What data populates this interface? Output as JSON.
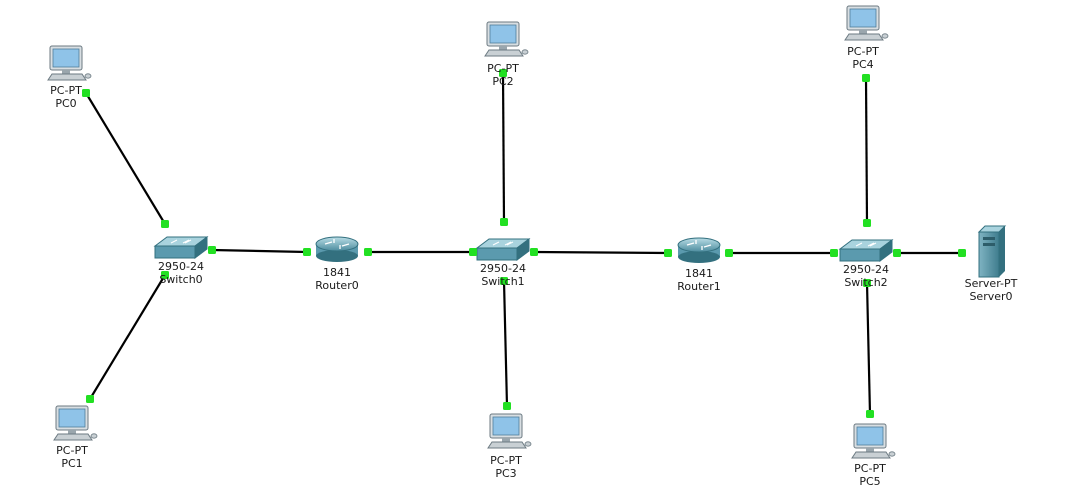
{
  "diagram": {
    "colors": {
      "background": "#ffffff",
      "link": "#000000",
      "port": "#22e022",
      "device_body": "#5b9aae",
      "device_dark": "#33707f",
      "device_light": "#a9d3de",
      "screen": "#8fc3e8"
    },
    "devices": [
      {
        "id": "PC0",
        "kind": "pc-icon",
        "model": "PC-PT",
        "name": "PC0"
      },
      {
        "id": "PC1",
        "kind": "pc-icon",
        "model": "PC-PT",
        "name": "PC1"
      },
      {
        "id": "PC2",
        "kind": "pc-icon",
        "model": "PC-PT",
        "name": "PC2"
      },
      {
        "id": "PC3",
        "kind": "pc-icon",
        "model": "PC-PT",
        "name": "PC3"
      },
      {
        "id": "PC4",
        "kind": "pc-icon",
        "model": "PC-PT",
        "name": "PC4"
      },
      {
        "id": "PC5",
        "kind": "pc-icon",
        "model": "PC-PT",
        "name": "PC5"
      },
      {
        "id": "Switch0",
        "kind": "switch-icon",
        "model": "2950-24",
        "name": "Switch0"
      },
      {
        "id": "Switch1",
        "kind": "switch-icon",
        "model": "2950-24",
        "name": "Switch1"
      },
      {
        "id": "Switch2",
        "kind": "switch-icon",
        "model": "2950-24",
        "name": "Switch2"
      },
      {
        "id": "Router0",
        "kind": "router-icon",
        "model": "1841",
        "name": "Router0"
      },
      {
        "id": "Router1",
        "kind": "router-icon",
        "model": "1841",
        "name": "Router1"
      },
      {
        "id": "Server0",
        "kind": "server-icon",
        "model": "Server-PT",
        "name": "Server0"
      }
    ],
    "links": [
      {
        "from": "PC0",
        "to": "Switch0"
      },
      {
        "from": "PC1",
        "to": "Switch0"
      },
      {
        "from": "Switch0",
        "to": "Router0"
      },
      {
        "from": "Router0",
        "to": "Switch1"
      },
      {
        "from": "PC2",
        "to": "Switch1"
      },
      {
        "from": "PC3",
        "to": "Switch1"
      },
      {
        "from": "Switch1",
        "to": "Router1"
      },
      {
        "from": "Router1",
        "to": "Switch2"
      },
      {
        "from": "PC4",
        "to": "Switch2"
      },
      {
        "from": "PC5",
        "to": "Switch2"
      },
      {
        "from": "Switch2",
        "to": "Server0"
      }
    ]
  }
}
